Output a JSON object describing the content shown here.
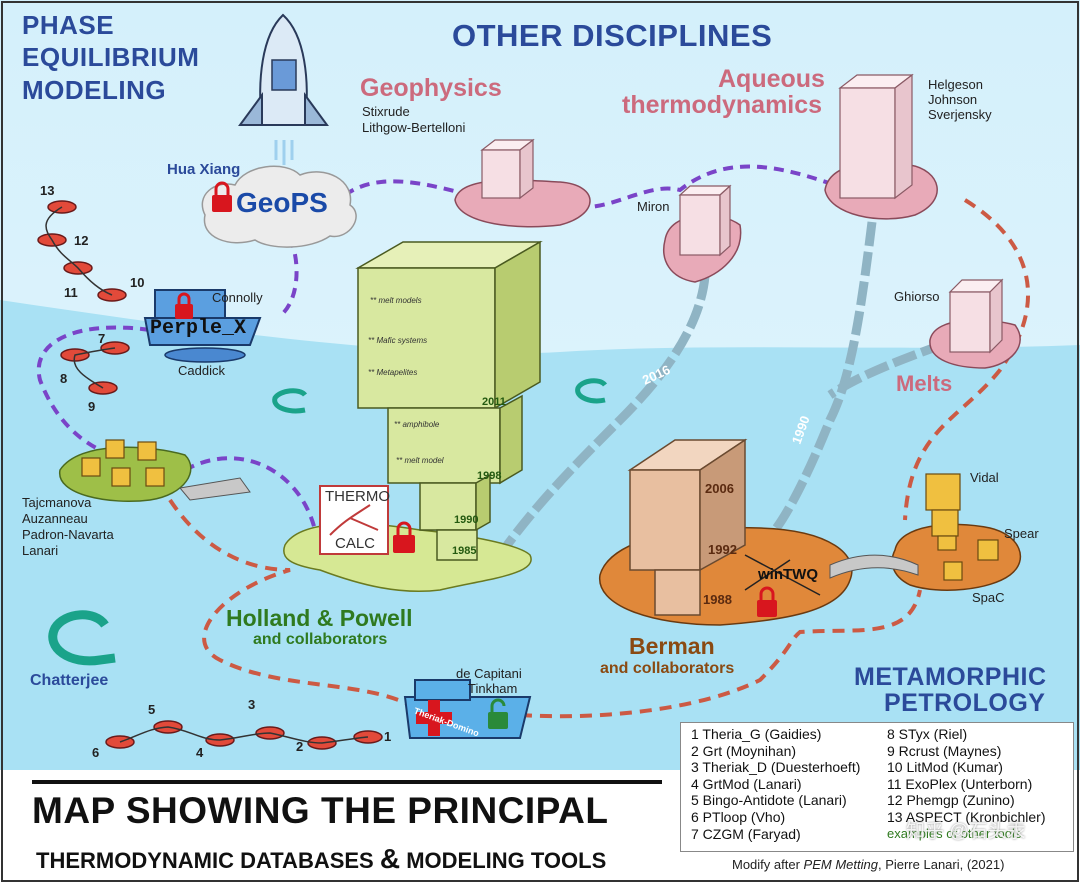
{
  "corner_title": [
    "PHASE",
    "EQUILIBRIUM",
    "MODELING"
  ],
  "header": "OTHER DISCIPLINES",
  "geophysics": {
    "title": "Geophysics",
    "people": [
      "Stixrude",
      "Lithgow-Bertelloni"
    ]
  },
  "aqueous": {
    "title": [
      "Aqueous",
      "thermodynamics"
    ],
    "people": [
      "Helgeson",
      "Johnson",
      "Sverjensky"
    ]
  },
  "miron": "Miron",
  "ghiorso": "Ghiorso",
  "melts": "Melts",
  "geops": {
    "author": "Hua Xiang",
    "label": "GeoPS"
  },
  "perplex": {
    "label": "Perple_X",
    "author_top": "Connolly",
    "author_bottom": "Caddick"
  },
  "thermocalc": {
    "label": [
      "THERMO",
      "CALC"
    ]
  },
  "holland": {
    "title": "Holland & Powell",
    "sub": "and collaborators"
  },
  "berman": {
    "title": "Berman",
    "sub": "and collaborators",
    "wintwq": "winTWQ",
    "years": [
      "2006",
      "1992",
      "1988"
    ]
  },
  "hp_years": [
    "2011",
    "1998",
    "1990",
    "1985"
  ],
  "hp_notes": [
    "** melt models",
    "** Mafic systems",
    "** Metapelites",
    "** amphibole",
    "** melt model"
  ],
  "route_years": [
    "2016",
    "1990"
  ],
  "lanari_group": [
    "Tajcmanova",
    "Auzanneau",
    "Padron-Navarta",
    "Lanari"
  ],
  "vidal": "Vidal",
  "spear": "Spear",
  "spac": "SpaC",
  "chatterjee": "Chatterjee",
  "theriak": {
    "label": "Theriak-Domino",
    "authors": [
      "de Capitani",
      "Tinkham"
    ]
  },
  "metamorphic": [
    "METAMORPHIC",
    "PETROLOGY"
  ],
  "buoys_left": [
    "13",
    "12",
    "11",
    "10",
    "7",
    "8",
    "9"
  ],
  "buoys_bottom": [
    "5",
    "3",
    "6",
    "4",
    "2",
    "1"
  ],
  "legend_left": [
    "1 Theria_G (Gaidies)",
    "2 Grt (Moynihan)",
    "3 Theriak_D (Duesterhoeft)",
    "4 GrtMod (Lanari)",
    "5 Bingo-Antidote (Lanari)",
    "6 PTloop (Vho)",
    "7 CZGM (Faryad)"
  ],
  "legend_right": [
    "8      STyx (Riel)",
    "9      Rcrust (Maynes)",
    "10    LitMod (Kumar)",
    "11    ExoPlex (Unterborn)",
    "12    Phemgp (Zunino)",
    "13    ASPECT (Kronbichler)"
  ],
  "legend_footer": "examples of other tools",
  "title_main": "MAP SHOWING THE PRINCIPAL",
  "title_sub_a": "THERMODYNAMIC DATABASES",
  "title_sub_amp": "&",
  "title_sub_b": "MODELING TOOLS",
  "credit": {
    "prefix": "Modify after",
    "source": "PEM Metting",
    "suffix": ",  Pierre Lanari, (2021)"
  },
  "watermark": "知乎 @石头汞",
  "colors": {
    "sky": "#d6f1fb",
    "sea": "#aee3f5",
    "path_purple": "#7a44c8",
    "path_red": "#cc5a44",
    "stream": "#8fb4c4",
    "pink_box": "#f6dfe4",
    "green_box": "#d8e8a0",
    "tan_box": "#e8bfa0",
    "gold_box": "#f0c040",
    "lock": "#d8161e",
    "heading_blue": "#2b4a9a"
  }
}
